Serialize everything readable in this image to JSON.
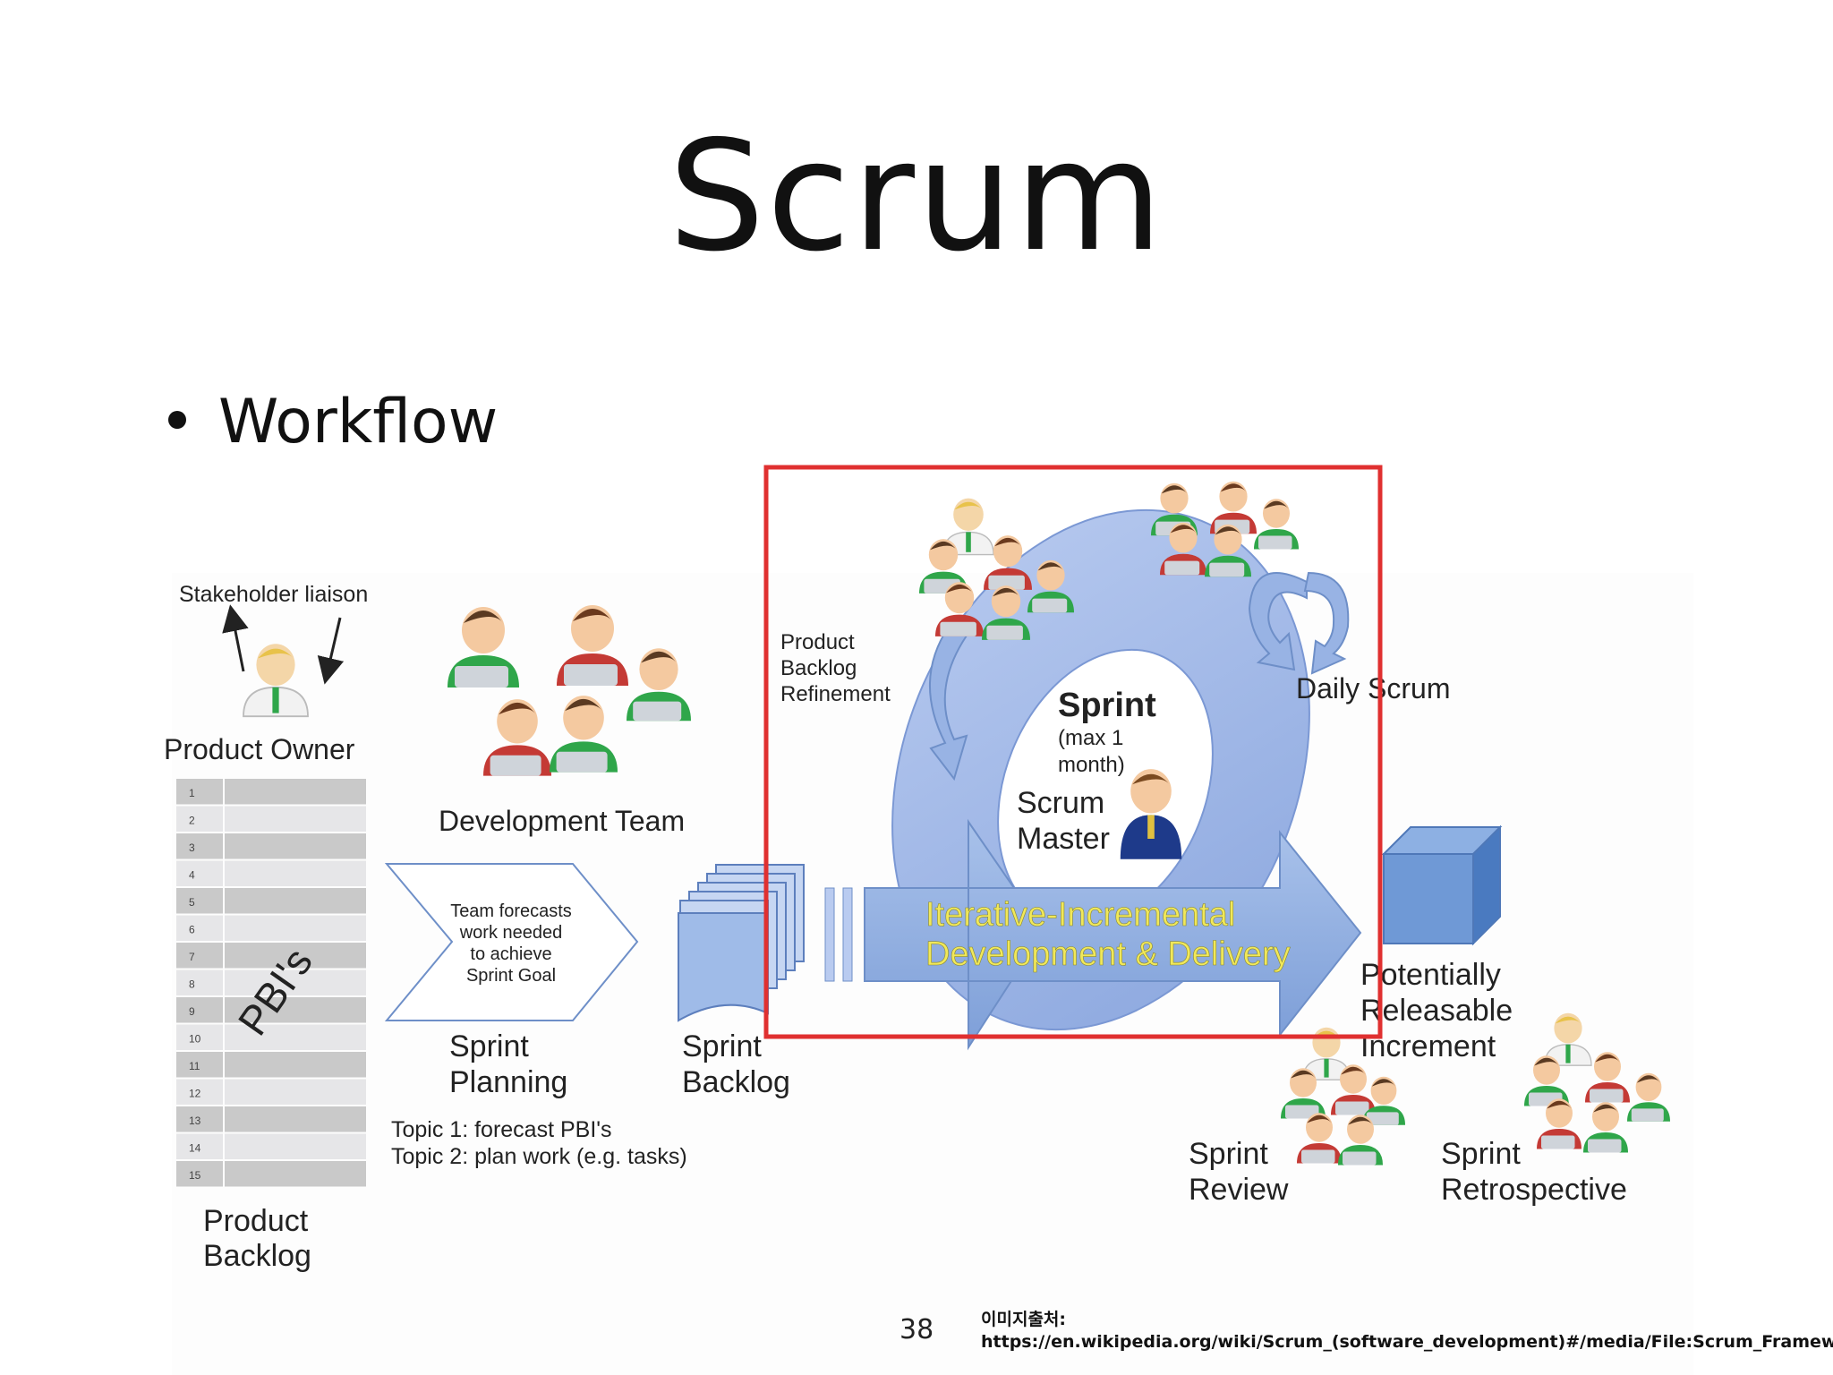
{
  "slide": {
    "title": "Scrum",
    "bullet": "Workflow",
    "page_number": "38",
    "source_label": "이미지출처:",
    "source_url": "https://en.wikipedia.org/wiki/Scrum_(software_development)#/media/File:Scrum_Framework.png"
  },
  "diagram": {
    "stakeholder": "Stakeholder liaison",
    "product_owner": "Product Owner",
    "pbis": "PBI's",
    "backlog_numbers": [
      "1",
      "2",
      "3",
      "4",
      "5",
      "6",
      "7",
      "8",
      "9",
      "10",
      "11",
      "12",
      "13",
      "14",
      "15"
    ],
    "product_backlog": [
      "Product",
      "Backlog"
    ],
    "development_team": "Development Team",
    "forecast_box": [
      "Team forecasts",
      "work needed",
      "to achieve",
      "Sprint Goal"
    ],
    "sprint_planning": [
      "Sprint",
      "Planning"
    ],
    "topics": [
      "Topic 1: forecast PBI's",
      "Topic 2: plan work (e.g. tasks)"
    ],
    "sprint_backlog": [
      "Sprint",
      "Backlog"
    ],
    "refinement": [
      "Product",
      "Backlog",
      "Refinement"
    ],
    "sprint": "Sprint",
    "sprint_duration": [
      "(max 1",
      "month)"
    ],
    "scrum_master": [
      "Scrum",
      "Master"
    ],
    "daily_scrum": "Daily Scrum",
    "iterative": [
      "Iterative-Incremental",
      "Development & Delivery"
    ],
    "increment": [
      "Potentially",
      "Releasable",
      "Increment"
    ],
    "sprint_review": [
      "Sprint",
      "Review"
    ],
    "sprint_retrospective": [
      "Sprint",
      "Retrospective"
    ]
  },
  "colors": {
    "cycle_blue": "#9db3e3",
    "arrow_blue": "#8fb0e0",
    "highlight_red": "#e03030",
    "iterative_text": "#f1e85a",
    "shirt_green": "#2fa64a",
    "shirt_red": "#c43a35"
  }
}
